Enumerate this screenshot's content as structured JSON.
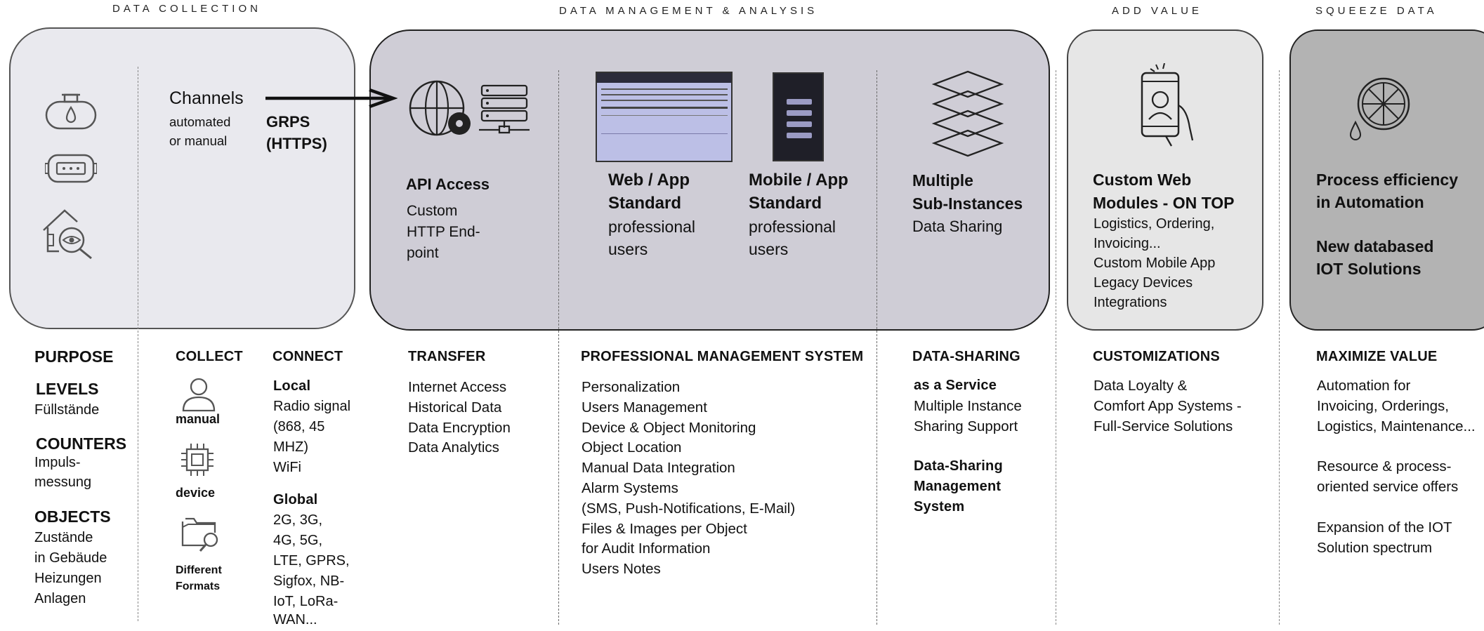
{
  "sections": {
    "collection": "DATA COLLECTION",
    "management": "DATA MANAGEMENT & ANALYSIS",
    "add_value": "ADD VALUE",
    "squeeze": "SQUEEZE DATA"
  },
  "channels": {
    "title": "Channels",
    "line1": "automated",
    "line2": "or manual",
    "protocol1": "GRPS",
    "protocol2": "(HTTPS)"
  },
  "api": {
    "title": "API Access",
    "lines": [
      "Custom",
      "HTTP End-",
      "point"
    ]
  },
  "web": {
    "title1": "Web / App",
    "title2": "Standard",
    "lines": [
      "professional",
      "users"
    ]
  },
  "mobile": {
    "title1": "Mobile / App",
    "title2": "Standard",
    "lines": [
      "professional",
      "users"
    ]
  },
  "multi": {
    "title1": "Multiple",
    "title2": "Sub-Instances",
    "line": "Data Sharing"
  },
  "custom": {
    "title1": "Custom Web",
    "title2": "Modules - ON TOP",
    "lines": [
      "Logistics, Ordering,",
      "Invoicing...",
      "Custom Mobile App",
      "Legacy Devices",
      "Integrations"
    ]
  },
  "process": {
    "title1": "Process efficiency",
    "title2": "in Automation",
    "title3": "New databased",
    "title4": "IOT Solutions"
  },
  "purpose": {
    "header": "PURPOSE",
    "levels": "LEVELS",
    "levels_sub": "Füllstände",
    "counters": "COUNTERS",
    "counters_sub1": "Impuls-",
    "counters_sub2": "messung",
    "objects": "OBJECTS",
    "objects_lines": [
      "Zustände",
      "in Gebäude",
      "Heizungen",
      "Anlagen"
    ]
  },
  "collect": {
    "header": "COLLECT",
    "manual": "manual",
    "device": "device",
    "formats1": "Different",
    "formats2": "Formats"
  },
  "connect": {
    "header": "CONNECT",
    "local": "Local",
    "local_lines": [
      "Radio signal",
      "(868, 45",
      "MHZ)",
      "WiFi"
    ],
    "global": "Global",
    "global_lines": [
      "2G, 3G,",
      "4G, 5G,",
      "LTE, GPRS,",
      "Sigfox, NB-",
      "IoT, LoRa-",
      "WAN..."
    ]
  },
  "transfer": {
    "header": "TRANSFER",
    "items": [
      "Internet Access",
      "Historical Data",
      "Data Encryption",
      "Data Analytics"
    ]
  },
  "pms": {
    "header": "PROFESSIONAL MANAGEMENT SYSTEM",
    "items": [
      "Personalization",
      "Users Management",
      "Device & Object Monitoring",
      "Object Location",
      "Manual Data Integration",
      "Alarm Systems",
      "(SMS, Push-Notifications, E-Mail)",
      "Files & Images per Object",
      "for Audit Information",
      "Users Notes"
    ]
  },
  "sharing": {
    "header": "DATA-SHARING",
    "service": "as a Service",
    "lines": [
      "Multiple Instance",
      "Sharing Support"
    ],
    "system": [
      "Data-Sharing",
      "Management",
      "System"
    ]
  },
  "customizations": {
    "header": "CUSTOMIZATIONS",
    "lines": [
      "Data Loyalty &",
      "Comfort App Systems -",
      "Full-Service Solutions"
    ]
  },
  "maximize": {
    "header": "MAXIMIZE VALUE",
    "block1": [
      "Automation for",
      "Invoicing, Orderings,",
      "Logistics, Maintenance..."
    ],
    "block2": [
      "Resource & process-",
      "oriented service offers"
    ],
    "block3": [
      "Expansion of the IOT",
      "Solution spectrum"
    ]
  },
  "icons": [
    "tank-icon",
    "meter-icon",
    "house-eye-icon",
    "globe-icon",
    "server-icon",
    "layers-icon",
    "phone-user-icon",
    "lemon-icon",
    "user-icon",
    "chip-icon",
    "folder-search-icon"
  ]
}
